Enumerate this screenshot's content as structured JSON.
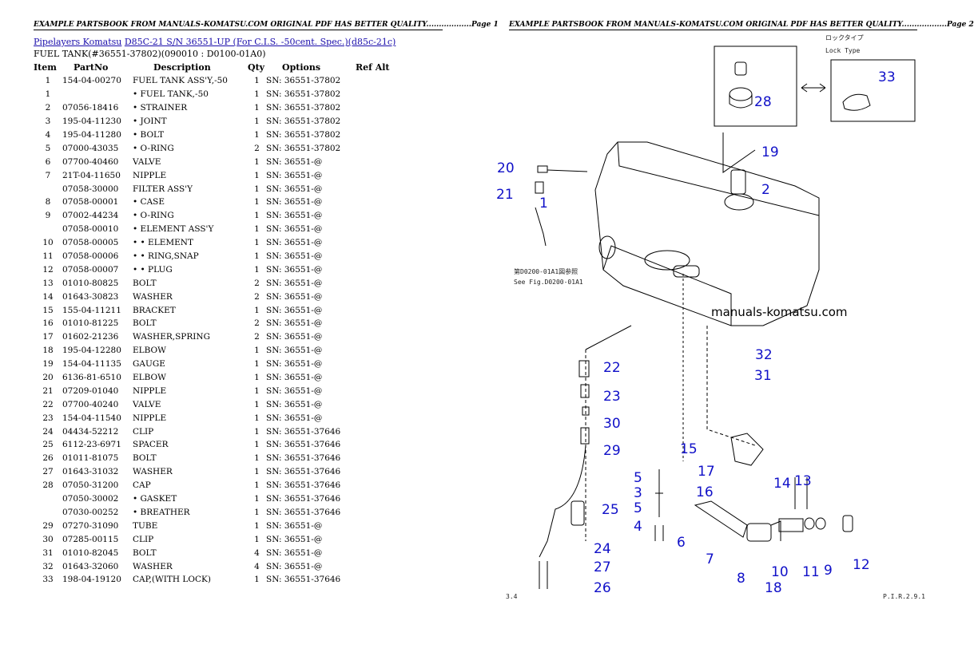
{
  "pages": [
    {
      "header": "EXAMPLE PARTSBOOK FROM MANUALS-KOMATSU.COM ORIGINAL PDF HAS BETTER QUALITY..................Page 1"
    },
    {
      "header": "EXAMPLE PARTSBOOK FROM MANUALS-KOMATSU.COM ORIGINAL PDF HAS BETTER QUALITY..................Page 2"
    }
  ],
  "breadcrumb": {
    "link1": "Pipelayers Komatsu",
    "link2": "D85C-21 S/N 36551-UP (For C.I.S. -50cent. Spec.)(d85c-21c)"
  },
  "subtitle": "FUEL TANK(#36551-37802)(090010 : D0100-01A0)",
  "table": {
    "headers": [
      "Item",
      "PartNo",
      "Description",
      "Qty",
      "Options",
      "Ref Alt"
    ],
    "rows": [
      [
        "1",
        "154-04-00270",
        "FUEL TANK ASS'Y,-50",
        "1",
        "SN: 36551-37802",
        ""
      ],
      [
        "1",
        "",
        "• FUEL TANK,-50",
        "1",
        "SN: 36551-37802",
        ""
      ],
      [
        "2",
        "07056-18416",
        "• STRAINER",
        "1",
        "SN: 36551-37802",
        ""
      ],
      [
        "3",
        "195-04-11230",
        "• JOINT",
        "1",
        "SN: 36551-37802",
        ""
      ],
      [
        "4",
        "195-04-11280",
        "• BOLT",
        "1",
        "SN: 36551-37802",
        ""
      ],
      [
        "5",
        "07000-43035",
        "• O-RING",
        "2",
        "SN: 36551-37802",
        ""
      ],
      [
        "6",
        "07700-40460",
        "VALVE",
        "1",
        "SN: 36551-@",
        ""
      ],
      [
        "7",
        "21T-04-11650",
        "NIPPLE",
        "1",
        "SN: 36551-@",
        ""
      ],
      [
        "",
        "07058-30000",
        "FILTER ASS'Y",
        "1",
        "SN: 36551-@",
        ""
      ],
      [
        "8",
        "07058-00001",
        "• CASE",
        "1",
        "SN: 36551-@",
        ""
      ],
      [
        "9",
        "07002-44234",
        "• O-RING",
        "1",
        "SN: 36551-@",
        ""
      ],
      [
        "",
        "07058-00010",
        "• ELEMENT ASS'Y",
        "1",
        "SN: 36551-@",
        ""
      ],
      [
        "10",
        "07058-00005",
        "• • ELEMENT",
        "1",
        "SN: 36551-@",
        ""
      ],
      [
        "11",
        "07058-00006",
        "• • RING,SNAP",
        "1",
        "SN: 36551-@",
        ""
      ],
      [
        "12",
        "07058-00007",
        "• • PLUG",
        "1",
        "SN: 36551-@",
        ""
      ],
      [
        "13",
        "01010-80825",
        "BOLT",
        "2",
        "SN: 36551-@",
        ""
      ],
      [
        "14",
        "01643-30823",
        "WASHER",
        "2",
        "SN: 36551-@",
        ""
      ],
      [
        "15",
        "155-04-11211",
        "BRACKET",
        "1",
        "SN: 36551-@",
        ""
      ],
      [
        "16",
        "01010-81225",
        "BOLT",
        "2",
        "SN: 36551-@",
        ""
      ],
      [
        "17",
        "01602-21236",
        "WASHER,SPRING",
        "2",
        "SN: 36551-@",
        ""
      ],
      [
        "18",
        "195-04-12280",
        "ELBOW",
        "1",
        "SN: 36551-@",
        ""
      ],
      [
        "19",
        "154-04-11135",
        "GAUGE",
        "1",
        "SN: 36551-@",
        ""
      ],
      [
        "20",
        "6136-81-6510",
        "ELBOW",
        "1",
        "SN: 36551-@",
        ""
      ],
      [
        "21",
        "07209-01040",
        "NIPPLE",
        "1",
        "SN: 36551-@",
        ""
      ],
      [
        "22",
        "07700-40240",
        "VALVE",
        "1",
        "SN: 36551-@",
        ""
      ],
      [
        "23",
        "154-04-11540",
        "NIPPLE",
        "1",
        "SN: 36551-@",
        ""
      ],
      [
        "24",
        "04434-52212",
        "CLIP",
        "1",
        "SN: 36551-37646",
        ""
      ],
      [
        "25",
        "6112-23-6971",
        "SPACER",
        "1",
        "SN: 36551-37646",
        ""
      ],
      [
        "26",
        "01011-81075",
        "BOLT",
        "1",
        "SN: 36551-37646",
        ""
      ],
      [
        "27",
        "01643-31032",
        "WASHER",
        "1",
        "SN: 36551-37646",
        ""
      ],
      [
        "28",
        "07050-31200",
        "CAP",
        "1",
        "SN: 36551-37646",
        ""
      ],
      [
        "",
        "07050-30002",
        "• GASKET",
        "1",
        "SN: 36551-37646",
        ""
      ],
      [
        "",
        "07030-00252",
        "• BREATHER",
        "1",
        "SN: 36551-37646",
        ""
      ],
      [
        "29",
        "07270-31090",
        "TUBE",
        "1",
        "SN: 36551-@",
        ""
      ],
      [
        "30",
        "07285-00115",
        "CLIP",
        "1",
        "SN: 36551-@",
        ""
      ],
      [
        "31",
        "01010-82045",
        "BOLT",
        "4",
        "SN: 36551-@",
        ""
      ],
      [
        "32",
        "01643-32060",
        "WASHER",
        "4",
        "SN: 36551-@",
        ""
      ],
      [
        "33",
        "198-04-19120",
        "CAP,(WITH LOCK)",
        "1",
        "SN: 36551-37646",
        ""
      ]
    ]
  },
  "diagram": {
    "lock_type_jp": "ロックタイプ",
    "lock_type_en": "Lock Type",
    "ref_jp": "第D0200-01A1図参照",
    "ref_en": "See Fig.D0200-01A1",
    "watermark": "manuals-komatsu.com",
    "page_code_left": "3.4",
    "page_code_right": "P.I.R.2.9.1",
    "colors": {
      "callout": "#1010c8"
    },
    "callouts": [
      {
        "n": "33"
      },
      {
        "n": "28"
      },
      {
        "n": "19"
      },
      {
        "n": "2"
      },
      {
        "n": "20"
      },
      {
        "n": "21"
      },
      {
        "n": "1"
      },
      {
        "n": "32"
      },
      {
        "n": "31"
      },
      {
        "n": "22"
      },
      {
        "n": "23"
      },
      {
        "n": "30"
      },
      {
        "n": "29"
      },
      {
        "n": "15"
      },
      {
        "n": "17"
      },
      {
        "n": "16"
      },
      {
        "n": "14"
      },
      {
        "n": "13"
      },
      {
        "n": "5"
      },
      {
        "n": "3"
      },
      {
        "n": "5"
      },
      {
        "n": "4"
      },
      {
        "n": "25"
      },
      {
        "n": "6"
      },
      {
        "n": "7"
      },
      {
        "n": "8"
      },
      {
        "n": "10"
      },
      {
        "n": "11"
      },
      {
        "n": "9"
      },
      {
        "n": "12"
      },
      {
        "n": "18"
      },
      {
        "n": "24"
      },
      {
        "n": "27"
      },
      {
        "n": "26"
      }
    ]
  }
}
